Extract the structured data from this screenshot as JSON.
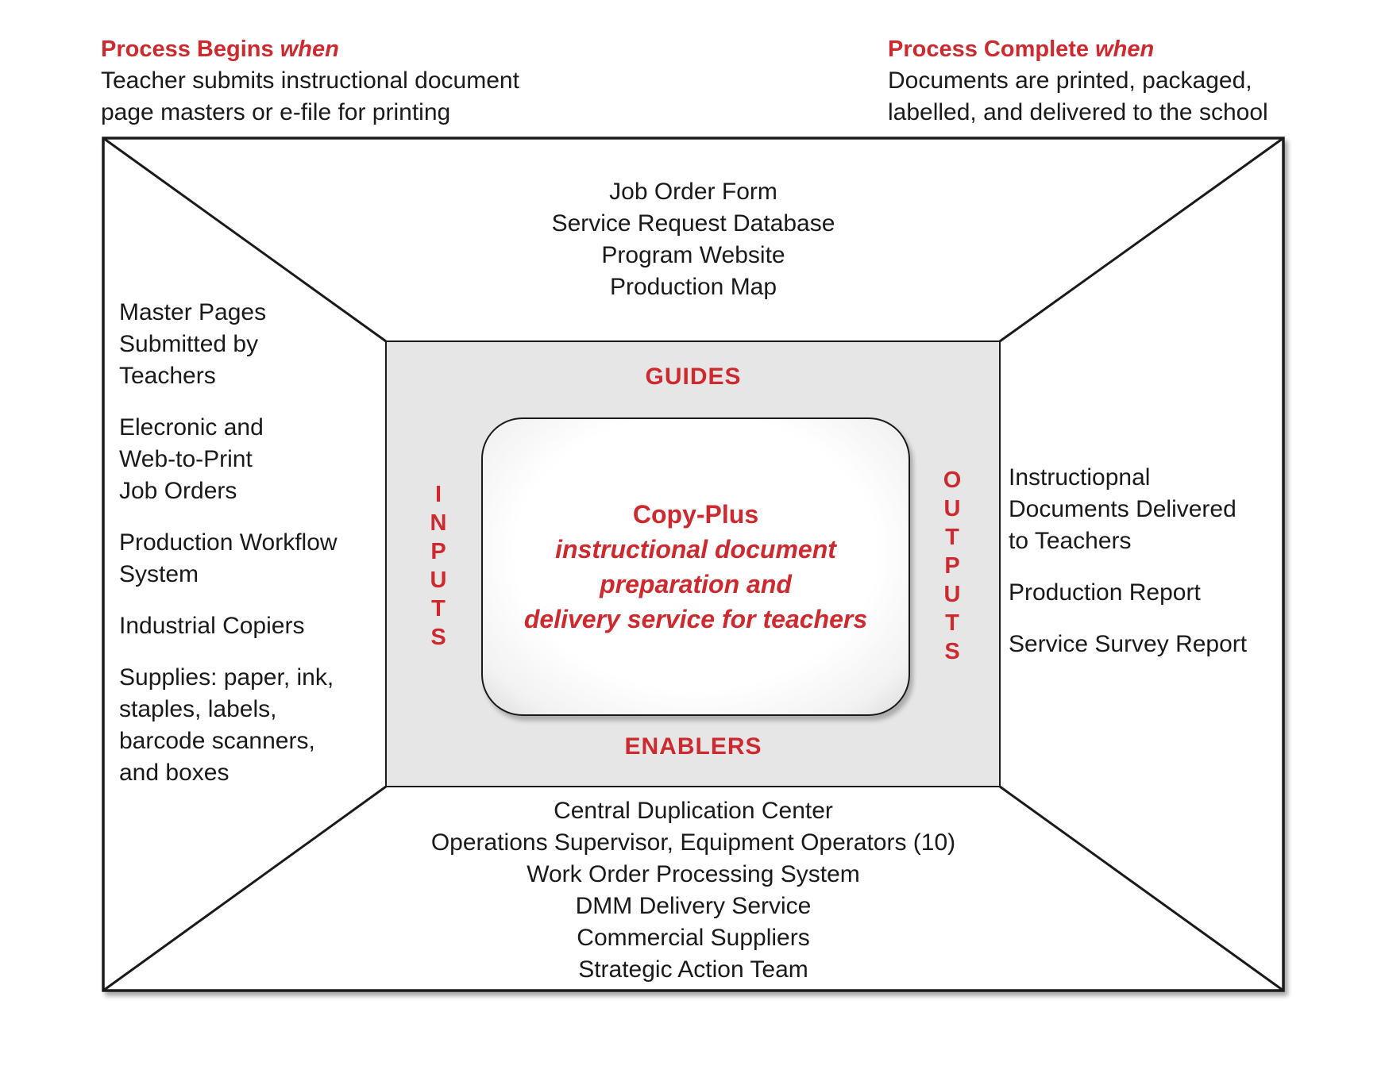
{
  "header_left": {
    "title": "Process Begins",
    "title_em": "when",
    "lines": [
      "Teacher submits instructional document",
      "page masters or e-file for printing"
    ]
  },
  "header_right": {
    "title": "Process Complete",
    "title_em": "when",
    "lines": [
      "Documents are printed, packaged,",
      "labelled, and delivered to the school"
    ]
  },
  "guides": {
    "label": "GUIDES",
    "items": [
      "Job Order Form",
      "Service Request Database",
      "Program Website",
      "Production Map"
    ]
  },
  "enablers": {
    "label": "ENABLERS",
    "items": [
      "Central Duplication Center",
      "Operations Supervisor, Equipment Operators (10)",
      "Work Order Processing System",
      "DMM Delivery Service",
      "Commercial Suppliers",
      "Strategic Action Team"
    ]
  },
  "inputs": {
    "label_letters": [
      "I",
      "N",
      "P",
      "U",
      "T",
      "S"
    ],
    "items": [
      [
        "Master Pages",
        "Submitted by",
        "Teachers"
      ],
      [
        "Elecronic and",
        "Web-to-Print",
        "Job Orders"
      ],
      [
        "Production Workflow",
        "System"
      ],
      [
        "Industrial Copiers"
      ],
      [
        "Supplies: paper, ink,",
        "staples, labels,",
        "barcode scanners,",
        "and boxes"
      ]
    ]
  },
  "outputs": {
    "label_letters": [
      "O",
      "U",
      "T",
      "P",
      "U",
      "T",
      "S"
    ],
    "items": [
      [
        "Instructiopnal",
        "Documents Delivered",
        "to Teachers"
      ],
      [
        "Production Report"
      ],
      [
        "Service Survey Report"
      ]
    ]
  },
  "core": {
    "title": "Copy-Plus",
    "lines": [
      "instructional document",
      "preparation and",
      "delivery service for teachers"
    ]
  },
  "colors": {
    "accent": "#cc2a2f",
    "inner_panel": "#e6e6e7",
    "frame": "#1a1a1a"
  }
}
